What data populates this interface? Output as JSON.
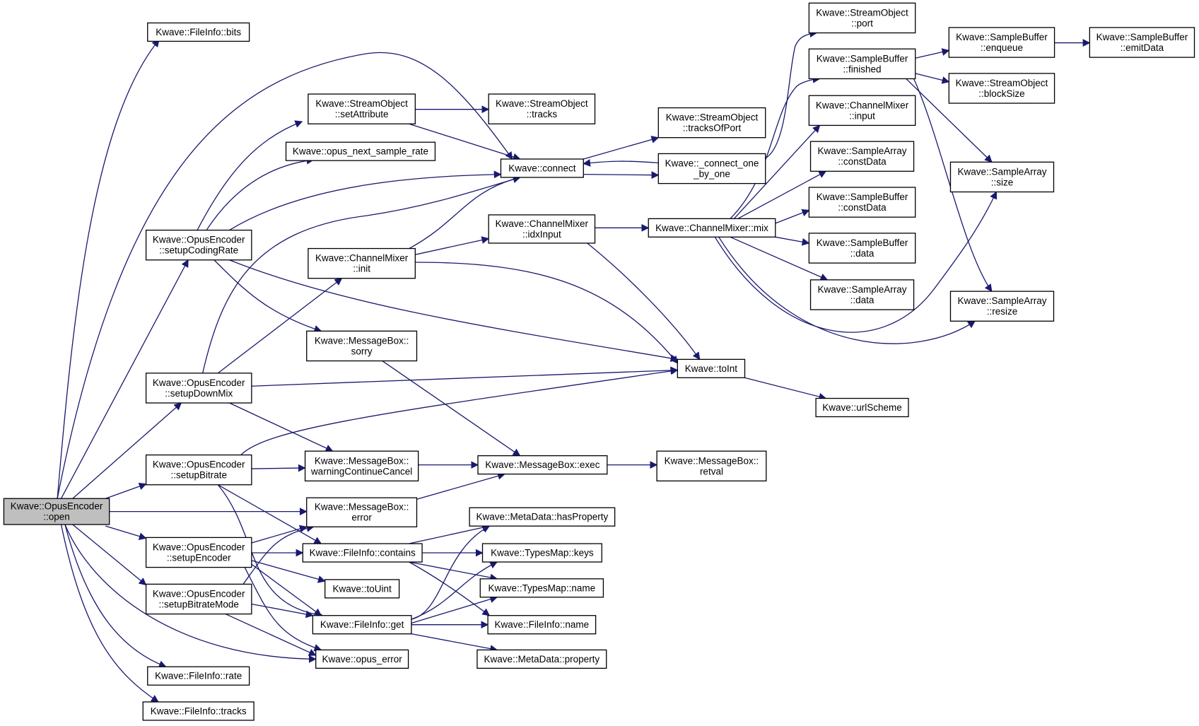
{
  "colors": {
    "edge": "#191970",
    "root_fill": "#bfbfbf",
    "node_fill": "#ffffff",
    "node_border": "#000000"
  },
  "nodes": {
    "root": [
      "Kwave::OpusEncoder",
      "::open"
    ],
    "fi_bits": [
      "Kwave::FileInfo::bits"
    ],
    "setCodingRate": [
      "Kwave::OpusEncoder",
      "::setupCodingRate"
    ],
    "setDownMix": [
      "Kwave::OpusEncoder",
      "::setupDownMix"
    ],
    "setBitrate": [
      "Kwave::OpusEncoder",
      "::setupBitrate"
    ],
    "setEncoder": [
      "Kwave::OpusEncoder",
      "::setupEncoder"
    ],
    "setBitrateMode": [
      "Kwave::OpusEncoder",
      "::setupBitrateMode"
    ],
    "fi_rate": [
      "Kwave::FileInfo::rate"
    ],
    "fi_tracks": [
      "Kwave::FileInfo::tracks"
    ],
    "so_setAttr": [
      "Kwave::StreamObject",
      "::setAttribute"
    ],
    "opus_next": [
      "Kwave::opus_next_sample_rate"
    ],
    "cm_init": [
      "Kwave::ChannelMixer",
      "::init"
    ],
    "mb_sorry": [
      "Kwave::MessageBox::",
      "sorry"
    ],
    "mb_warn": [
      "Kwave::MessageBox::",
      "warningContinueCancel"
    ],
    "mb_error": [
      "Kwave::MessageBox::",
      "error"
    ],
    "fi_contains": [
      "Kwave::FileInfo::contains"
    ],
    "toUint": [
      "Kwave::toUint"
    ],
    "fi_get": [
      "Kwave::FileInfo::get"
    ],
    "opus_error": [
      "Kwave::opus_error"
    ],
    "so_tracks": [
      "Kwave::StreamObject",
      "::tracks"
    ],
    "connect": [
      "Kwave::connect"
    ],
    "cm_idx": [
      "Kwave::ChannelMixer",
      "::idxInput"
    ],
    "mb_exec": [
      "Kwave::MessageBox::exec"
    ],
    "md_hasProp": [
      "Kwave::MetaData::hasProperty"
    ],
    "tm_keys": [
      "Kwave::TypesMap::keys"
    ],
    "tm_name": [
      "Kwave::TypesMap::name"
    ],
    "fi_name": [
      "Kwave::FileInfo::name"
    ],
    "md_prop": [
      "Kwave::MetaData::property"
    ],
    "so_tracksOfPort": [
      "Kwave::StreamObject",
      "::tracksOfPort"
    ],
    "connect_one": [
      "Kwave::_connect_one",
      "_by_one"
    ],
    "cm_mix": [
      "Kwave::ChannelMixer::mix"
    ],
    "toInt": [
      "Kwave::toInt"
    ],
    "mb_retval": [
      "Kwave::MessageBox::",
      "retval"
    ],
    "so_port": [
      "Kwave::StreamObject",
      "::port"
    ],
    "sb_finished": [
      "Kwave::SampleBuffer",
      "::finished"
    ],
    "cm_input": [
      "Kwave::ChannelMixer",
      "::input"
    ],
    "sa_constData": [
      "Kwave::SampleArray",
      "::constData"
    ],
    "sb_constData": [
      "Kwave::SampleBuffer",
      "::constData"
    ],
    "sb_data": [
      "Kwave::SampleBuffer",
      "::data"
    ],
    "sa_data": [
      "Kwave::SampleArray",
      "::data"
    ],
    "urlScheme": [
      "Kwave::urlScheme"
    ],
    "sb_enqueue": [
      "Kwave::SampleBuffer",
      "::enqueue"
    ],
    "so_blockSize": [
      "Kwave::StreamObject",
      "::blockSize"
    ],
    "sa_size": [
      "Kwave::SampleArray",
      "::size"
    ],
    "sa_resize": [
      "Kwave::SampleArray",
      "::resize"
    ],
    "sb_emitData": [
      "Kwave::SampleBuffer",
      "::emitData"
    ]
  }
}
